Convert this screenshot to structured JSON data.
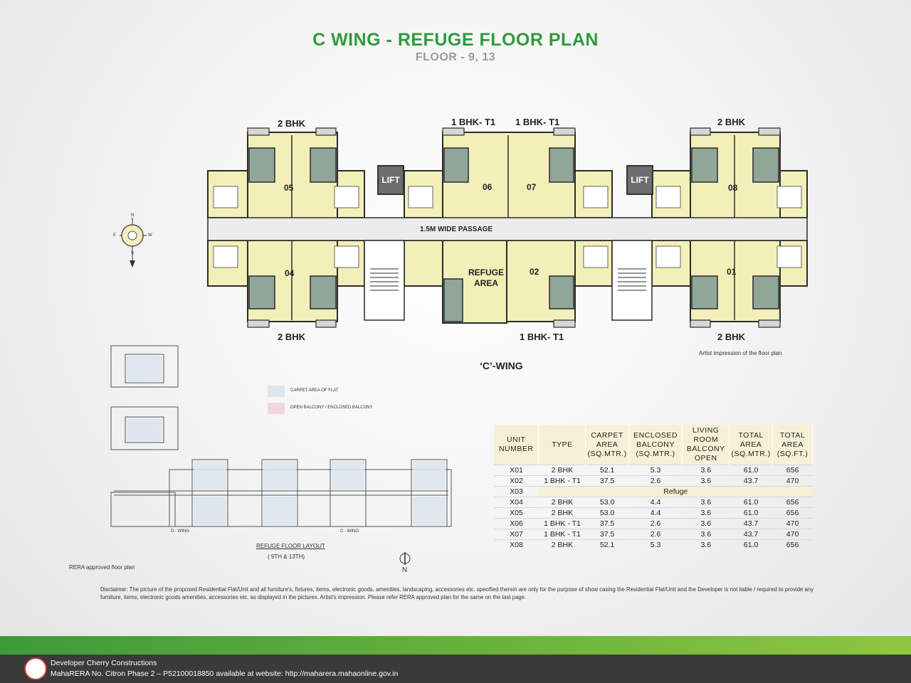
{
  "header": {
    "title": "C WING - REFUGE FLOOR PLAN",
    "subtitle": "FLOOR - 9, 13"
  },
  "plan": {
    "top_labels": [
      "2 BHK",
      "1 BHK- T1",
      "1 BHK- T1",
      "2 BHK"
    ],
    "bottom_labels": [
      "2 BHK",
      "1 BHK- T1",
      "2 BHK"
    ],
    "units": [
      "05",
      "06",
      "07",
      "08",
      "04",
      "02",
      "01"
    ],
    "lift": "LIFT",
    "passage": "1.5M WIDE PASSAGE",
    "refuge_area_line1": "REFUGE",
    "refuge_area_line2": "AREA",
    "wing": "‘C’-WING",
    "artist_note": "Artist impression of the floor plan",
    "compass": {
      "n": "N",
      "s": "S",
      "e": "E",
      "w": "W"
    }
  },
  "legend": {
    "carpet": "CARPET AREA OF FLAT",
    "balcony": "OPEN BALCONY / ENCLOSED BALCONY",
    "carpet_color": "#dde7ef",
    "balcony_color": "#efd7e2"
  },
  "rera": {
    "layout_title": "REFUGE FLOOR LAYOUT",
    "layout_floors": "( 9TH & 13TH)",
    "d_wing": "D - WING",
    "c_wing": "C - WING",
    "north": "N",
    "note": "RERA approved floor plan"
  },
  "table": {
    "headers": [
      "UNIT NUMBER",
      "TYPE",
      "CARPET AREA (sq.mtr.)",
      "ENCLOSED BALCONY (sq.mtr.)",
      "LIVING ROOM BALCONY OPEN",
      "TOTAL AREA (sq.mtr.)",
      "TOTAL AREA (sq.ft.)"
    ],
    "rows": [
      {
        "unit": "X01",
        "type": "2 BHK",
        "carpet": "52.1",
        "enclosed": "5.3",
        "living": "3.6",
        "total_m": "61.0",
        "total_ft": "656"
      },
      {
        "unit": "X02",
        "type": "1 BHK - T1",
        "carpet": "37.5",
        "enclosed": "2.6",
        "living": "3.6",
        "total_m": "43.7",
        "total_ft": "470"
      },
      {
        "unit": "X03",
        "refuge": "Refuge"
      },
      {
        "unit": "X04",
        "type": "2 BHK",
        "carpet": "53.0",
        "enclosed": "4.4",
        "living": "3.6",
        "total_m": "61.0",
        "total_ft": "656"
      },
      {
        "unit": "X05",
        "type": "2 BHK",
        "carpet": "53.0",
        "enclosed": "4.4",
        "living": "3.6",
        "total_m": "61.0",
        "total_ft": "656"
      },
      {
        "unit": "X06",
        "type": "1 BHK - T1",
        "carpet": "37.5",
        "enclosed": "2.6",
        "living": "3.6",
        "total_m": "43.7",
        "total_ft": "470"
      },
      {
        "unit": "X07",
        "type": "1 BHK - T1",
        "carpet": "37.5",
        "enclosed": "2.6",
        "living": "3.6",
        "total_m": "43.7",
        "total_ft": "470"
      },
      {
        "unit": "X08",
        "type": "2 BHK",
        "carpet": "52.1",
        "enclosed": "5.3",
        "living": "3.6",
        "total_m": "61.0",
        "total_ft": "656"
      }
    ]
  },
  "disclaimer": "Disclaimer: The picture of the proposed Residential Flat/Unit and all furniture's, fixtures, items, electronic goods, amenities, landscaping, accessories etc. specified therein are only for the purpose of show casing the Residential Flat/Unit and the Developer is not liable / required to provide any furniture, items, electronic goods amenities, accessories etc. as displayed in the pictures. Artist's impression. Please refer RERA approved plan for the same on the last page.",
  "footer": {
    "line1": "Developer Cherry Constructions",
    "line2": "MahaRERA No. Citron Phase 2 – P52100018850 available at website: http://maharera.mahaonline.gov.in"
  },
  "colors": {
    "title_green": "#2f9a3e",
    "room_yellow": "#f3efb8",
    "bath_green": "#8fa698",
    "wall": "#2b2b2b"
  }
}
